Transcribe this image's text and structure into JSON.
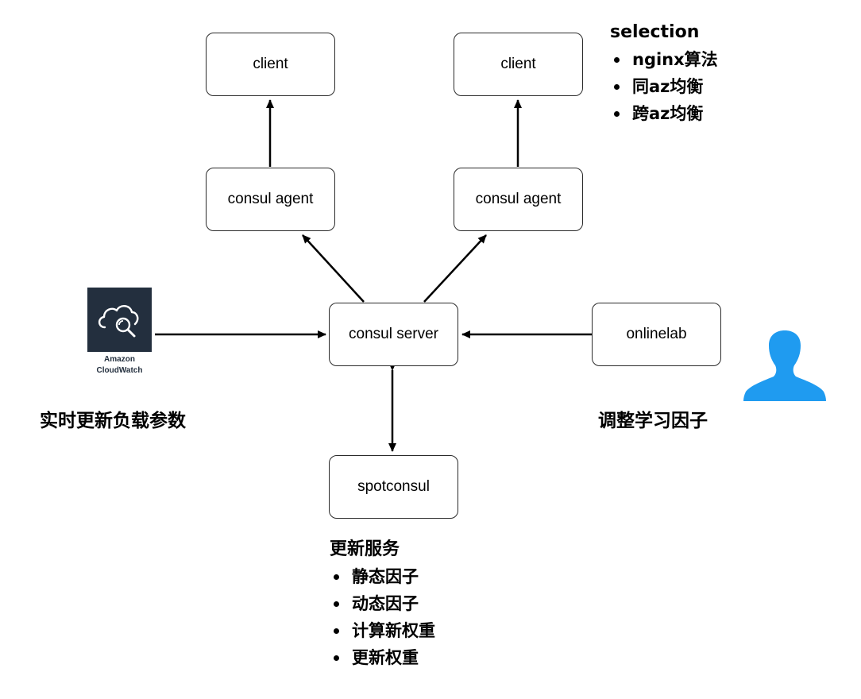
{
  "nodes": {
    "client_left": "client",
    "client_right": "client",
    "agent_left": "consul agent",
    "agent_right": "consul agent",
    "server": "consul server",
    "onlinelab": "onlinelab",
    "spotconsul": "spotconsul"
  },
  "cloudwatch": {
    "line1": "Amazon",
    "line2": "CloudWatch"
  },
  "labels": {
    "left": "实时更新负载参数",
    "right": "调整学习因子"
  },
  "selection": {
    "title": "selection",
    "items": [
      "nginx算法",
      "同az均衡",
      "跨az均衡"
    ]
  },
  "update_service": {
    "title": "更新服务",
    "items": [
      "静态因子",
      "动态因子",
      "计算新权重",
      "更新权重"
    ]
  },
  "colors": {
    "user_icon": "#1f9bf0",
    "cloudwatch_bg": "#232f3e",
    "edge": "#000000"
  },
  "icons": [
    "cloud-search-icon",
    "user-silhouette-icon"
  ]
}
